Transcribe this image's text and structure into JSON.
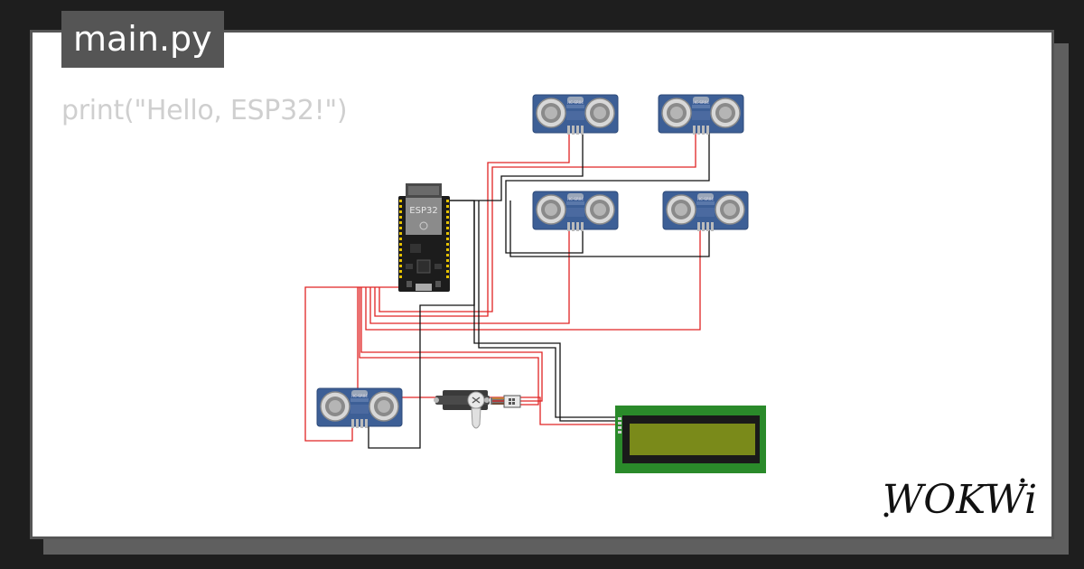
{
  "editor": {
    "file_tab": "main.py",
    "code_line": "print(\"Hello, ESP32!\")"
  },
  "board": {
    "label": "ESP32"
  },
  "sensor": {
    "label": "HC-SR04"
  },
  "brand": {
    "logo_text": "WOKWi"
  },
  "colors": {
    "background": "#1e1e1e",
    "card": "#ffffff",
    "tab": "#555555",
    "wire_red": "#e02424",
    "wire_black": "#111111",
    "sensor_blue": "#3d5f96",
    "lcd_green": "#2a8a2a",
    "lcd_screen": "#7a8a1a"
  }
}
